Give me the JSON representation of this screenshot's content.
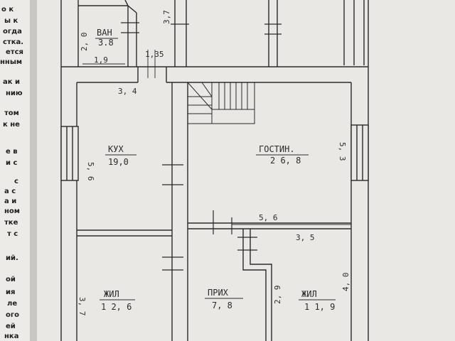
{
  "left_page_text": [
    "о к",
    "ы к",
    "огда",
    "стка.",
    "ется",
    "нным",
    "ак и",
    "нию",
    "том",
    "к не",
    "е в",
    "и с",
    "с",
    "а с",
    "а и",
    "ном",
    "тке",
    "т с",
    "ий.",
    "ой",
    "ия",
    "ле",
    "ого",
    "ей",
    "нка"
  ],
  "rooms": {
    "bath": {
      "name": "ВАН",
      "area": "3.8"
    },
    "kitchen": {
      "name": "КУХ",
      "area": "19,0"
    },
    "living": {
      "name": "ГОСТИН.",
      "area": "2 6, 8"
    },
    "bedroom1": {
      "name": "ЖИЛ",
      "area": "1 2, 6"
    },
    "hall": {
      "name": "ПРИХ",
      "area": "7, 8"
    },
    "bedroom2": {
      "name": "ЖИЛ",
      "area": "1 1, 9"
    }
  },
  "dimensions": {
    "bath_height": "2, 0",
    "bath_width": "1,9",
    "corridor": "1,35",
    "upper_divider": "3,7",
    "kitchen_width": "3, 4",
    "kitchen_height": "5, 6",
    "living_height": "5, 3",
    "living_width": "5, 6",
    "bedroom2_width": "3, 5",
    "bedroom1_height": "3, 7",
    "hall_height": "2, 9",
    "bedroom2_height": "4, 0"
  },
  "colors": {
    "paper": "#ebeae6",
    "wall": "#2a2a2a",
    "ink": "#2b2b2b"
  }
}
